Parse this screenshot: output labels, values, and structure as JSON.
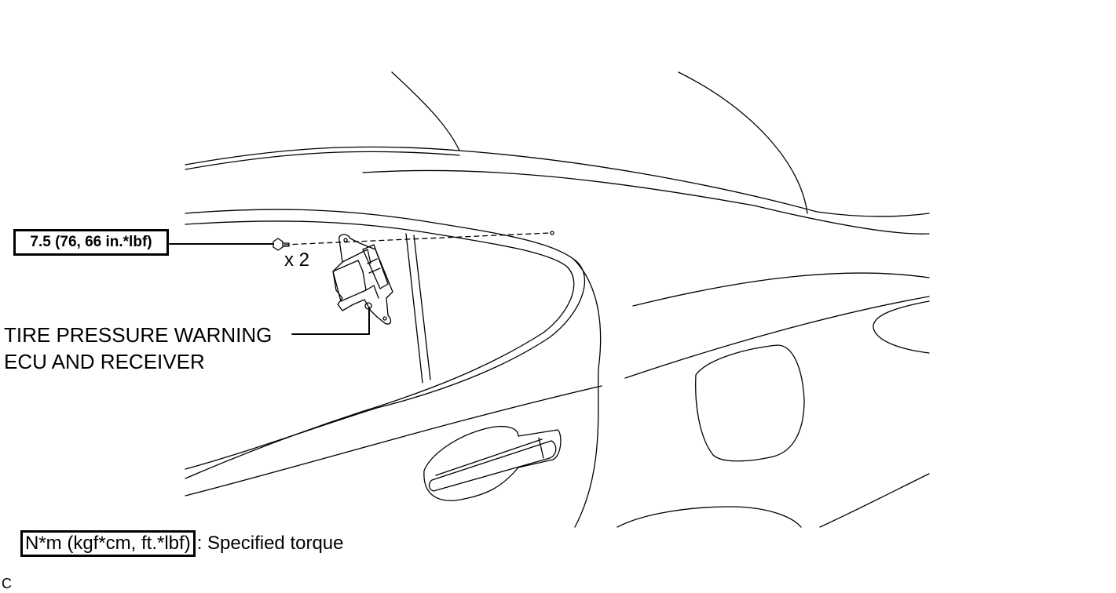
{
  "callouts": {
    "torque_spec": "7.5 (76, 66 in.*lbf)",
    "quantity": "x 2",
    "part_name_line1": "TIRE PRESSURE WARNING",
    "part_name_line2": "ECU AND RECEIVER"
  },
  "legend": {
    "unit_box": "N*m (kgf*cm, ft.*lbf)",
    "description": ": Specified torque"
  },
  "figure_code": "C",
  "colors": {
    "line": "#000000",
    "background": "#ffffff"
  },
  "icons": [
    "bolt-icon",
    "ecu-receiver-icon",
    "door-handle-icon",
    "fuel-lid-icon"
  ]
}
